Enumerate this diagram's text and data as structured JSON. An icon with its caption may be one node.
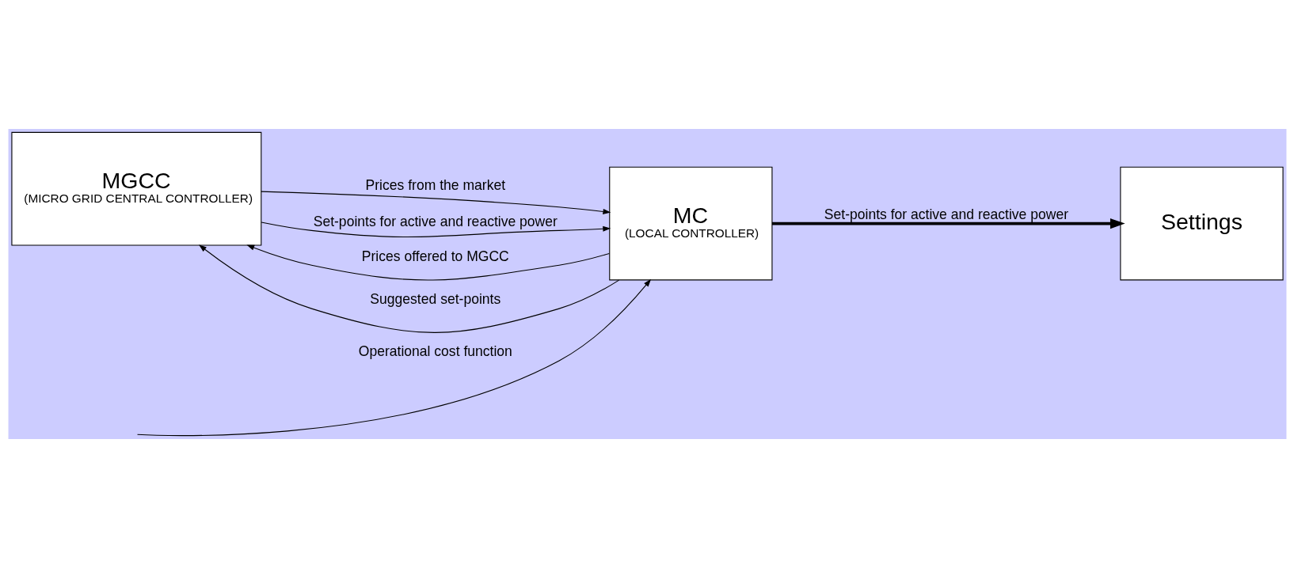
{
  "diagram": {
    "nodes": [
      {
        "text": [
          "MGCC",
          "(MICRO GRID CENTRAL CONTROLLER)"
        ]
      },
      {
        "text": [
          "MC",
          "(LOCAL CONTROLLER)"
        ]
      },
      {
        "text": [
          "Settings"
        ]
      }
    ],
    "edges": [
      {
        "from": null,
        "to": 1,
        "arrow": "to",
        "label": "Operational cost function"
      },
      {
        "from": 0,
        "to": 1,
        "arrow": "to",
        "label": "Prices from the market"
      },
      {
        "from": 0,
        "to": 1,
        "arrow": "to",
        "label": "Set-points for active and reactive power"
      },
      {
        "from": 1,
        "to": 2,
        "arrow": "to",
        "label": "Set-points for active and reactive power",
        "style": "thick"
      },
      {
        "from": 1,
        "to": 0,
        "arrow": "to",
        "label": "Prices offered to MGCC"
      },
      {
        "from": 1,
        "to": 0,
        "arrow": "to",
        "label": "Suggested set-points"
      }
    ]
  }
}
